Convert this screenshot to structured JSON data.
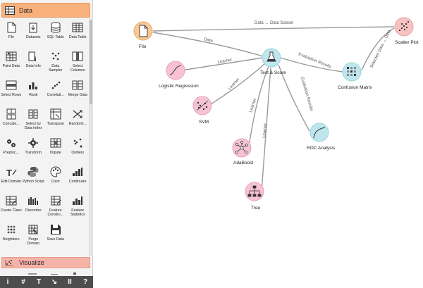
{
  "panel": {
    "category": "Data",
    "visualize_category": "Visualize",
    "widgets": [
      {
        "icon": "file-icon",
        "label": "File"
      },
      {
        "icon": "datasets-icon",
        "label": "Datasets"
      },
      {
        "icon": "sql-table-icon",
        "label": "SQL Table"
      },
      {
        "icon": "data-table-icon",
        "label": "Data Table"
      },
      {
        "icon": "paint-data-icon",
        "label": "Paint Data"
      },
      {
        "icon": "data-info-icon",
        "label": "Data Info"
      },
      {
        "icon": "data-sampler-icon",
        "label": "Data Sampler"
      },
      {
        "icon": "select-columns-icon",
        "label": "Select Columns"
      },
      {
        "icon": "select-rows-icon",
        "label": "Select Rows"
      },
      {
        "icon": "rank-icon",
        "label": "Rank"
      },
      {
        "icon": "correlations-icon",
        "label": "Correlati..."
      },
      {
        "icon": "merge-data-icon",
        "label": "Merge Data"
      },
      {
        "icon": "concatenate-icon",
        "label": "Concate..."
      },
      {
        "icon": "select-by-data-index-icon",
        "label": "Select by Data Index"
      },
      {
        "icon": "transpose-icon",
        "label": "Transpose"
      },
      {
        "icon": "randomize-icon",
        "label": "Randomi..."
      },
      {
        "icon": "preprocess-icon",
        "label": "Preproc..."
      },
      {
        "icon": "transform-icon",
        "label": "Transform"
      },
      {
        "icon": "impute-icon",
        "label": "Impute"
      },
      {
        "icon": "outliers-icon",
        "label": "Outliers"
      },
      {
        "icon": "edit-domain-icon",
        "label": "Edit Domain"
      },
      {
        "icon": "python-script-icon",
        "label": "Python Script"
      },
      {
        "icon": "color-icon",
        "label": "Color"
      },
      {
        "icon": "continuize-icon",
        "label": "Continuize"
      },
      {
        "icon": "create-class-icon",
        "label": "Create Class"
      },
      {
        "icon": "discretize-icon",
        "label": "Discretize"
      },
      {
        "icon": "feature-constructor-icon",
        "label": "Feature Constru..."
      },
      {
        "icon": "feature-statistics-icon",
        "label": "Feature Statistics"
      },
      {
        "icon": "neighbors-icon",
        "label": "Neighbors"
      },
      {
        "icon": "purge-domain-icon",
        "label": "Purge Domain"
      },
      {
        "icon": "save-data-icon",
        "label": "Save Data"
      }
    ]
  },
  "toolbar": {
    "buttons": [
      {
        "icon": "info-icon",
        "glyph": "i"
      },
      {
        "icon": "grid-icon",
        "glyph": "#"
      },
      {
        "icon": "text-annotation-icon",
        "glyph": "T"
      },
      {
        "icon": "arrow-annotation-icon",
        "glyph": "↘"
      },
      {
        "icon": "pause-icon",
        "glyph": "II"
      },
      {
        "icon": "help-icon",
        "glyph": "?"
      }
    ]
  },
  "workflow": {
    "nodes": {
      "file": {
        "label": "File",
        "color": "#f9c894"
      },
      "logistic_regression": {
        "label": "Logistic Regression",
        "color": "#f7c3d3"
      },
      "svm": {
        "label": "SVM",
        "color": "#f7c3d3"
      },
      "adaboost": {
        "label": "AdaBoost",
        "color": "#f7c3d3"
      },
      "tree": {
        "label": "Tree",
        "color": "#f7c3d3"
      },
      "test_score": {
        "label": "Test & Score",
        "color": "#bfe6ec"
      },
      "confusion_matrix": {
        "label": "Confusion Matrix",
        "color": "#bfe6ec"
      },
      "roc_analysis": {
        "label": "ROC Analysis",
        "color": "#bfe6ec"
      },
      "scatter_plot": {
        "label": "Scatter Plot",
        "color": "#f6c2c2"
      }
    },
    "links": {
      "file_scatter": "Data → Data Subset",
      "file_test": "Data",
      "logistic_test": "Learner",
      "svm_test": "Learner",
      "adaboost_test": "Learner",
      "tree_test": "Learner",
      "test_confusion": "Evaluation Results",
      "test_roc": "Evaluation Results",
      "confusion_scatter": "Selected Data → Data"
    }
  },
  "colors": {
    "data_category": "#f9b17c",
    "visualize_category": "#f6b3a8",
    "link": "#9a9a9a"
  }
}
